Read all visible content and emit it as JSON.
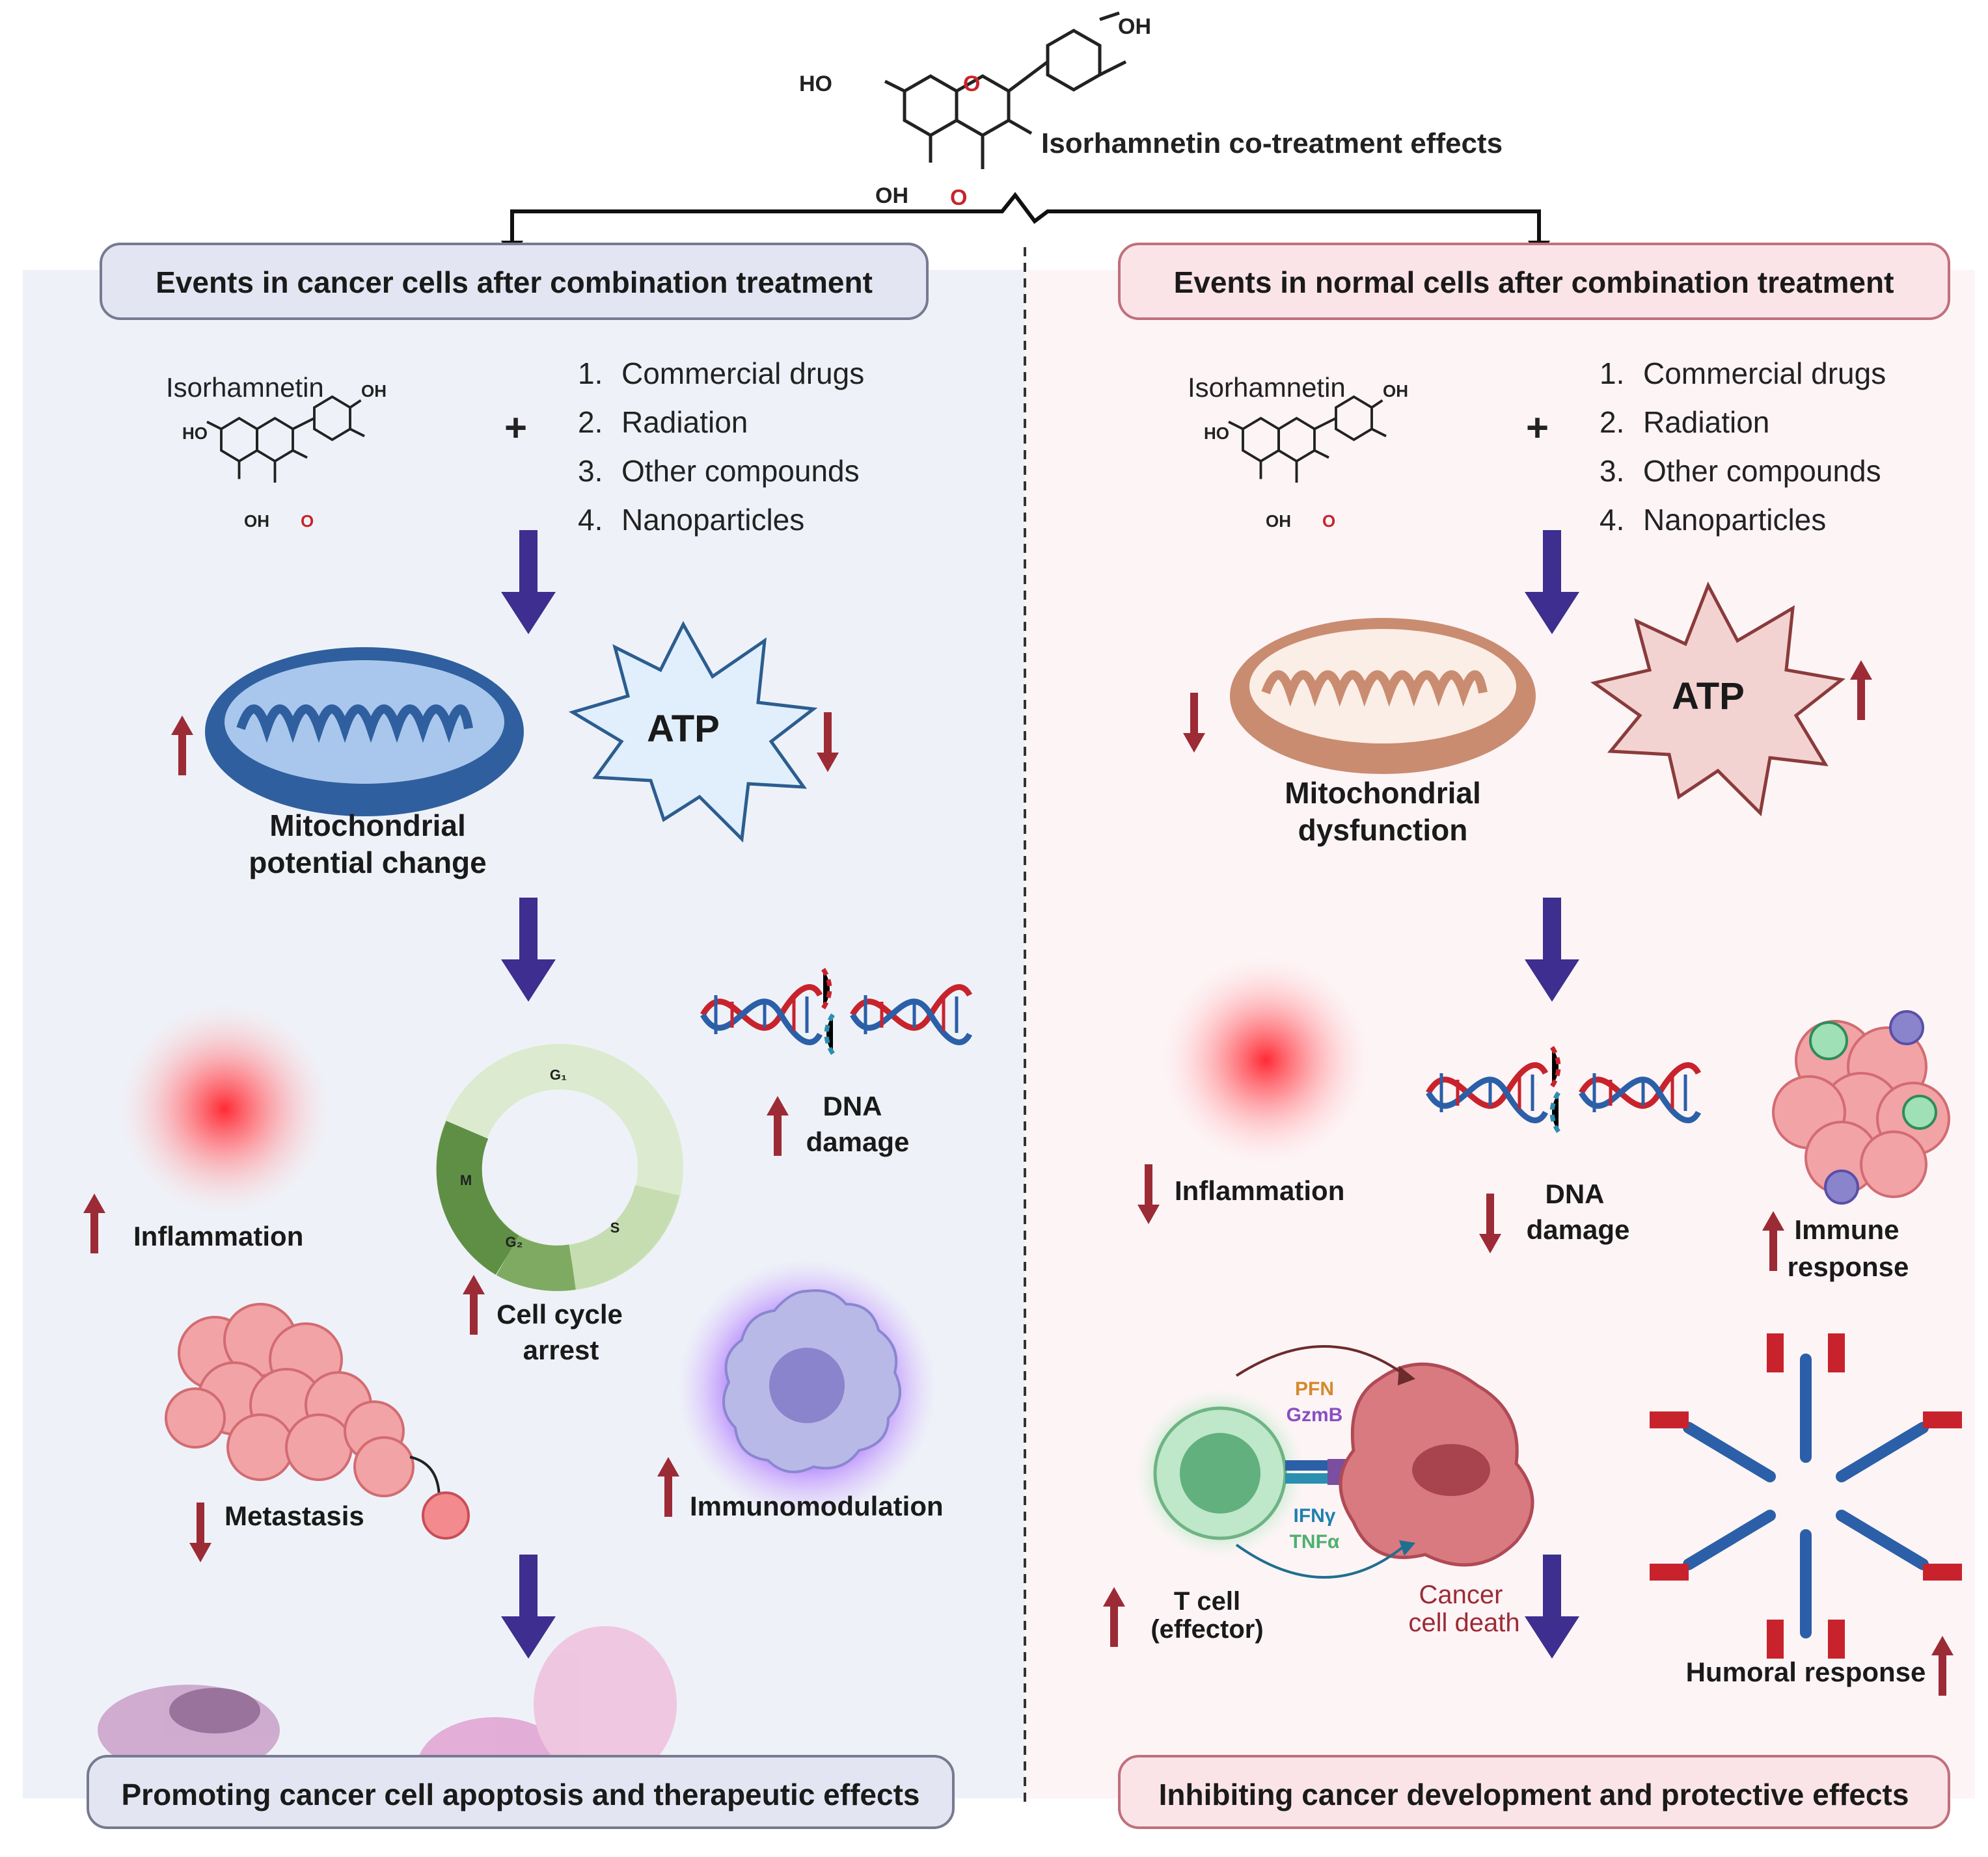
{
  "header": {
    "title": "Isorhamnetin co-treatment effects"
  },
  "molecule_labels": {
    "ho_top": "HO",
    "oh_top": "OH",
    "oh_bottom": "OH",
    "o_ketone": "O",
    "o_ring": "O"
  },
  "colors": {
    "left_panel_bg": "#eef2f8",
    "right_panel_bg": "#fdf4f6",
    "left_box_fill": "#e3e6f2",
    "right_box_fill": "#fbe4e8",
    "arrow_purple": "#3d2e8f",
    "arrow_red": "#9c2b35",
    "mito_blue": "#3a6fb0",
    "mito_tan": "#d9a88c"
  },
  "left": {
    "header": "Events in cancer cells after combination treatment",
    "compound_name": "Isorhamnetin",
    "plus": "+",
    "treatments": [
      {
        "num": "1.",
        "label": "Commercial drugs"
      },
      {
        "num": "2.",
        "label": "Radiation"
      },
      {
        "num": "3.",
        "label": "Other compounds"
      },
      {
        "num": "4.",
        "label": "Nanoparticles"
      }
    ],
    "atp": "ATP",
    "mito_line1": "Mitochondrial",
    "mito_line2": "potential change",
    "dna_line1": "DNA",
    "dna_line2": "damage",
    "inflammation": "Inflammation",
    "cell_cycle_line1": "Cell cycle",
    "cell_cycle_line2": "arrest",
    "phase_g1": "G₁",
    "phase_s": "S",
    "phase_g2": "G₂",
    "phase_m": "M",
    "metastasis": "Metastasis",
    "immunomodulation": "Immunomodulation",
    "footer": "Promoting cancer cell apoptosis and therapeutic effects"
  },
  "right": {
    "header": "Events in normal cells after combination treatment",
    "compound_name": "Isorhamnetin",
    "plus": "+",
    "treatments": [
      {
        "num": "1.",
        "label": "Commercial drugs"
      },
      {
        "num": "2.",
        "label": "Radiation"
      },
      {
        "num": "3.",
        "label": "Other compounds"
      },
      {
        "num": "4.",
        "label": "Nanoparticles"
      }
    ],
    "atp": "ATP",
    "mito_line1": "Mitochondrial",
    "mito_line2": "dysfunction",
    "inflammation": "Inflammation",
    "dna_line1": "DNA",
    "dna_line2": "damage",
    "immune_line1": "Immune",
    "immune_line2": "response",
    "pfn": "PFN",
    "gzmb": "GzmB",
    "ifng": "IFNγ",
    "tnfa": "TNFα",
    "tcell_line1": "T cell",
    "tcell_line2": "(effector)",
    "death_line1": "Cancer",
    "death_line2": "cell death",
    "humoral": "Humoral response",
    "footer": "Inhibiting cancer development and protective effects"
  }
}
